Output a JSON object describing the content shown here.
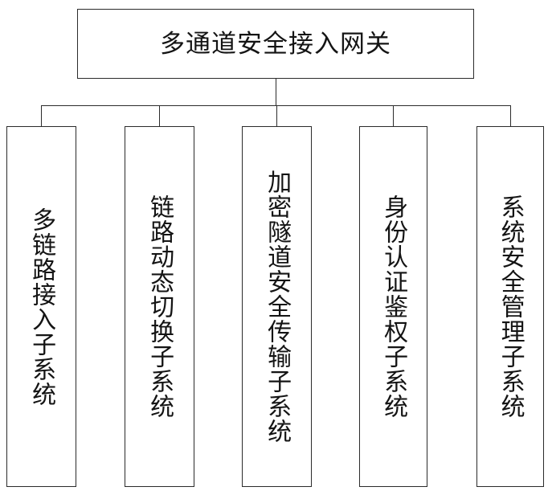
{
  "diagram": {
    "type": "tree-hierarchy",
    "orientation": "top-down",
    "line_color": "#2b2b2b",
    "text_color": "#141414",
    "background_color": "#ffffff",
    "root": {
      "label": "多通道安全接入网关",
      "text_direction": "horizontal"
    },
    "children": [
      {
        "label": "多链路接入子系统",
        "text_direction": "vertical"
      },
      {
        "label": "链路动态切换子系统",
        "text_direction": "vertical"
      },
      {
        "label": "加密隧道安全传输子系统",
        "text_direction": "vertical"
      },
      {
        "label": "身份认证鉴权子系统",
        "text_direction": "vertical"
      },
      {
        "label": "系统安全管理子系统",
        "text_direction": "vertical"
      }
    ]
  }
}
